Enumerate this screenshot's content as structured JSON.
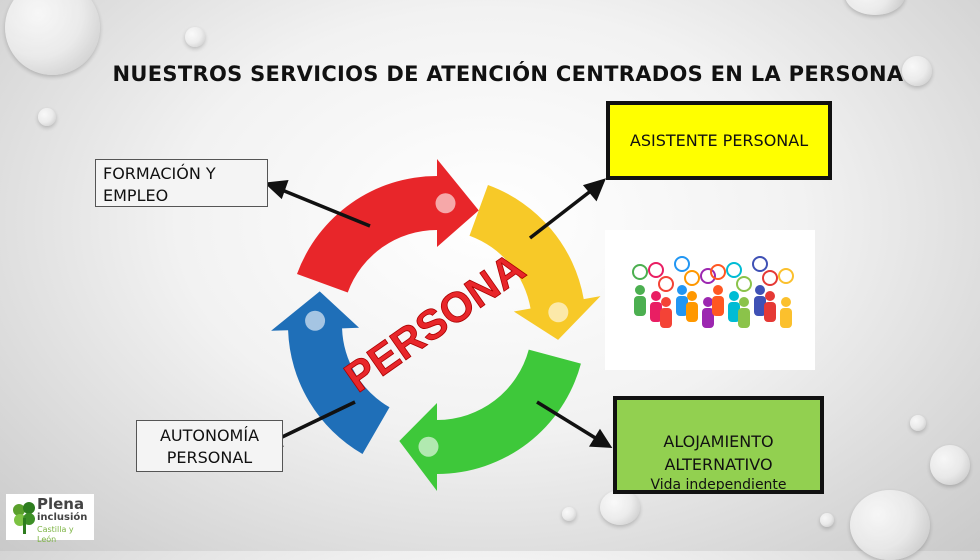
{
  "title": "NUESTROS SERVICIOS DE ATENCIÓN CENTRADOS EN LA PERSONA",
  "center_label": "PERSONA",
  "services": {
    "formacion": [
      "FORMACIÓN Y",
      "EMPLEO"
    ],
    "autonomia": [
      "AUTONOMÍA",
      "PERSONAL"
    ],
    "asistente": "ASISTENTE PERSONAL",
    "alojamiento": {
      "line1": "ALOJAMIENTO",
      "line2": "ALTERNATIVO",
      "sub": "Vida independiente"
    }
  },
  "logo": {
    "name": "Plena",
    "name2": "inclusión",
    "region": "Castilla y León"
  },
  "colors": {
    "red": "#e8262a",
    "yellow": "#f7c928",
    "green": "#3ec83a",
    "blue": "#1f6fb8",
    "asistente_bg": "#ffff00",
    "alojamiento_bg": "#92d050"
  }
}
